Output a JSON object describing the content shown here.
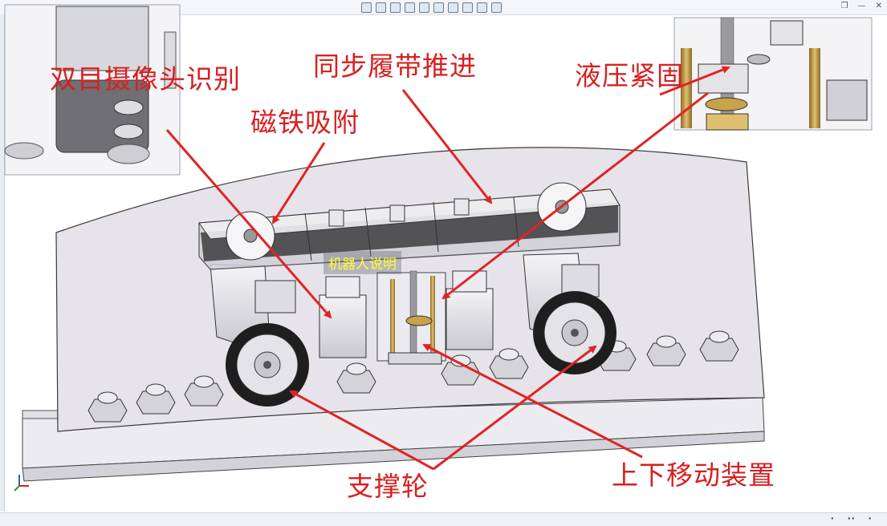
{
  "annotations": {
    "stereo_camera": "双目摄像头识别",
    "magnet": "磁铁吸附",
    "sync_track": "同步履带推进",
    "hydraulic": "液压紧固",
    "support_wheel": "支撑轮",
    "lift_device": "上下移动装置"
  },
  "center_label": "机器人说明",
  "colors": {
    "annotation": "#d62020",
    "arrow": "#e02424",
    "plate": "#e6e4ea",
    "wheel": "#1e1e1e",
    "brass": "#c9a34a"
  }
}
